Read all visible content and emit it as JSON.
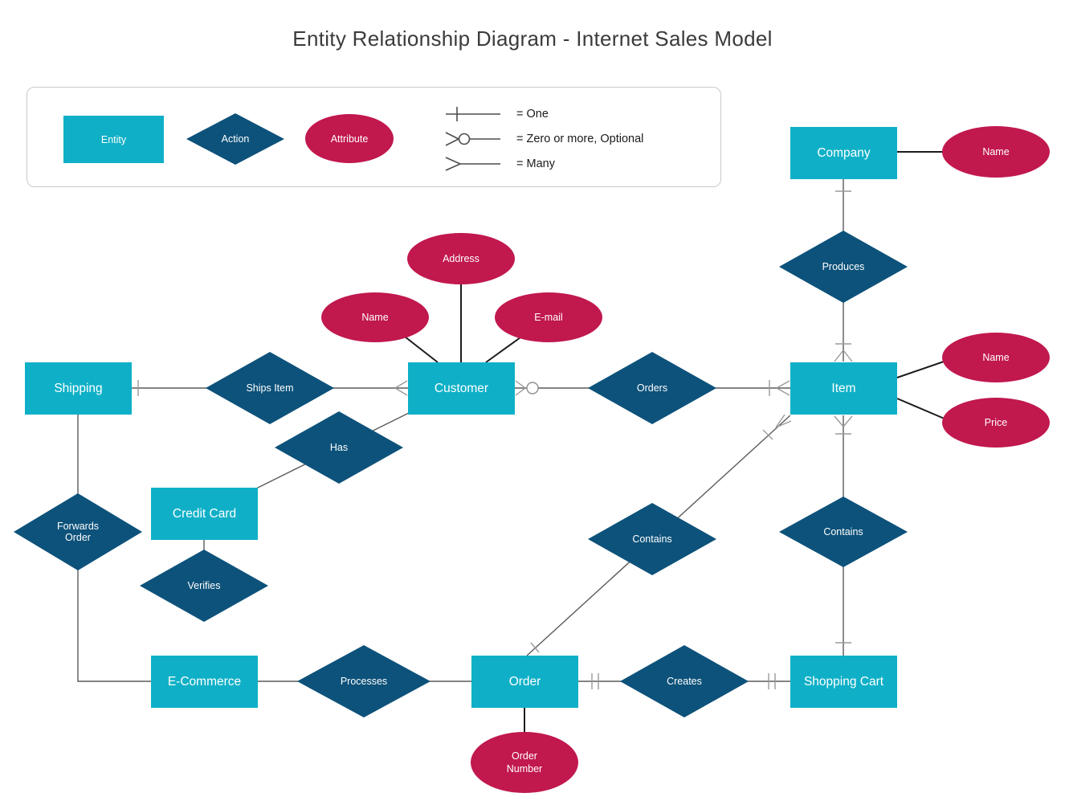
{
  "title": "Entity Relationship Diagram - Internet Sales Model",
  "colors": {
    "entity": "#0fb0c7",
    "action": "#0d527a",
    "attribute": "#c1184e",
    "line": "#5b5b5b",
    "marker": "#9a9a9a",
    "title_text": "#3b3b3b"
  },
  "legend": {
    "shapes": {
      "entity": "Entity",
      "action": "Action",
      "attribute": "Attribute"
    },
    "cardinality": [
      {
        "symbol": "one",
        "label": "= One"
      },
      {
        "symbol": "zero-or-more-optional",
        "label": "= Zero or more, Optional"
      },
      {
        "symbol": "many",
        "label": "= Many"
      }
    ]
  },
  "entities": {
    "company": "Company",
    "shipping": "Shipping",
    "customer": "Customer",
    "item": "Item",
    "credit_card": "Credit Card",
    "ecommerce": "E-Commerce",
    "order": "Order",
    "shopping_cart": "Shopping Cart"
  },
  "actions": {
    "produces": "Produces",
    "ships_item": "Ships Item",
    "orders": "Orders",
    "has": "Has",
    "forwards_order": "Forwards Order",
    "verifies": "Verifies",
    "contains_item_order": "Contains",
    "contains_item_cart": "Contains",
    "processes": "Processes",
    "creates": "Creates"
  },
  "attributes": {
    "company_name": "Name",
    "customer_address": "Address",
    "customer_name": "Name",
    "customer_email": "E-mail",
    "item_name": "Name",
    "item_price": "Price",
    "order_number": "Order Number"
  },
  "relationships": [
    {
      "from": "Company",
      "action": "Produces",
      "to": "Item",
      "from_cardinality": "one",
      "to_cardinality": "many"
    },
    {
      "from": "Shipping",
      "action": "Ships Item",
      "to": "Customer",
      "from_cardinality": "one",
      "to_cardinality": "many"
    },
    {
      "from": "Customer",
      "action": "Orders",
      "to": "Item",
      "from_cardinality": "zero or more, optional",
      "to_cardinality": "one, many"
    },
    {
      "from": "Customer",
      "action": "Has",
      "to": "Credit Card"
    },
    {
      "from": "Credit Card",
      "action": "Verifies",
      "to": ""
    },
    {
      "from": "Shipping",
      "action": "Forwards Order",
      "to": "E-Commerce"
    },
    {
      "from": "E-Commerce",
      "action": "Processes",
      "to": "Order"
    },
    {
      "from": "Order",
      "action": "Creates",
      "to": "Shopping Cart",
      "from_cardinality": "one",
      "to_cardinality": "one"
    },
    {
      "from": "Item",
      "action": "Contains",
      "to": "Shopping Cart",
      "from_cardinality": "many, one",
      "to_cardinality": "one"
    },
    {
      "from": "Order",
      "action": "Contains",
      "to": "Item",
      "from_cardinality": "one",
      "to_cardinality": "many, one"
    }
  ],
  "attribute_ownership": [
    {
      "owner": "Company",
      "attributes": [
        "Name"
      ]
    },
    {
      "owner": "Customer",
      "attributes": [
        "Name",
        "Address",
        "E-mail"
      ]
    },
    {
      "owner": "Item",
      "attributes": [
        "Name",
        "Price"
      ]
    },
    {
      "owner": "Order",
      "attributes": [
        "Order Number"
      ]
    }
  ]
}
